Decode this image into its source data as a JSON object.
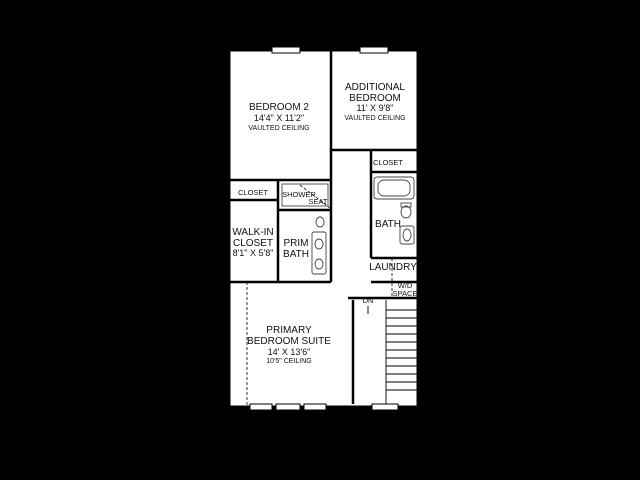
{
  "colors": {
    "background": "#000000",
    "floor": "#ffffff",
    "wall": "#000000",
    "fixture": "#444444"
  },
  "rooms": {
    "bedroom2": {
      "name": "BEDROOM 2",
      "dims": "14'4\" X 11'2\"",
      "note": "VAULTED CEILING"
    },
    "additional": {
      "name_line1": "ADDITIONAL",
      "name_line2": "BEDROOM",
      "dims": "11' X 9'8\"",
      "note": "VAULTED CEILING"
    },
    "closet_top": {
      "name": "CLOSET"
    },
    "closet_left": {
      "name": "CLOSET"
    },
    "shower": {
      "line1": "SHOWER",
      "line2": "SEAT"
    },
    "walkin": {
      "line1": "WALK-IN",
      "line2": "CLOSET",
      "dims": "8'1\" X 5'8\""
    },
    "prim_bath": {
      "line1": "PRIM",
      "line2": "BATH"
    },
    "bath": {
      "name": "BATH"
    },
    "laundry": {
      "name": "LAUNDRY"
    },
    "wd": {
      "line1": "W/D",
      "line2": "SPACE"
    },
    "stairs": {
      "label": "DN"
    },
    "primary": {
      "line1": "PRIMARY",
      "line2": "BEDROOM SUITE",
      "dims": "14' X 13'6\"",
      "note": "10'5\" CEILING"
    }
  }
}
